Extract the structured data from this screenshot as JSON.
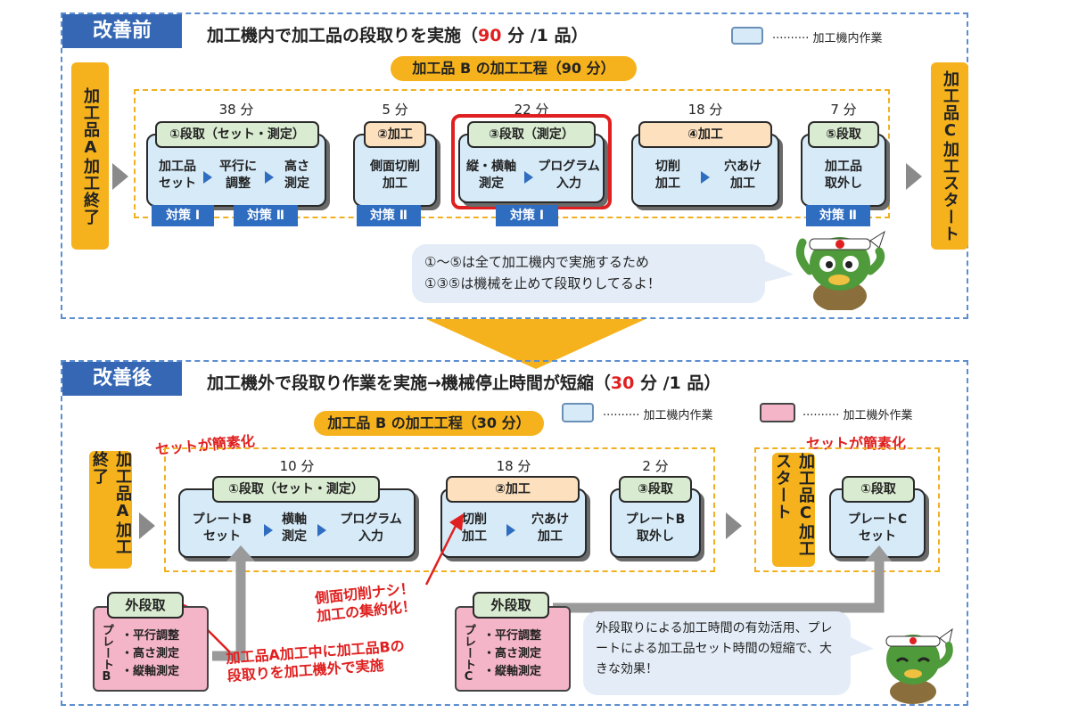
{
  "before": {
    "tag": "改善前",
    "title_prefix": "加工機内で加工品の段取りを実施（",
    "title_num": "90",
    "title_suffix": " 分 /1 品）",
    "legend_label": "加工機内作業",
    "process_label": "加工品 B の加工工程（90 分）",
    "left_tag": "加工品A加工終了",
    "right_tag": "加工品C加工スタート",
    "steps": [
      {
        "minutes": "38 分",
        "header": "①段取（セット・測定）",
        "cells": [
          "加工品\nセット",
          "平行に\n調整",
          "高さ\n測定"
        ]
      },
      {
        "minutes": "5 分",
        "header": "②加工",
        "cells": [
          "側面切削\n加工"
        ]
      },
      {
        "minutes": "22 分",
        "header": "③段取（測定）",
        "cells": [
          "縦・横軸\n測定",
          "プログラム\n入力"
        ]
      },
      {
        "minutes": "18 分",
        "header": "④加工",
        "cells": [
          "切削\n加工",
          "穴あけ\n加工"
        ]
      },
      {
        "minutes": "7 分",
        "header": "⑤段取",
        "cells": [
          "加工品\n取外し"
        ]
      }
    ],
    "taisaku": [
      "対策 Ⅰ",
      "対策 Ⅱ",
      "対策 Ⅱ",
      "対策 Ⅰ",
      "対策 Ⅱ"
    ],
    "bubble_lines": [
      "①〜⑤は全て加工機内で実施するため",
      "①③⑤は機械を止めて段取りしてるよ！"
    ]
  },
  "after": {
    "tag": "改善後",
    "title_prefix": "加工機外で段取り作業を実施→機械停止時間が短縮（",
    "title_num": "30",
    "title_suffix": " 分 /1 品）",
    "process_label": "加工品 B の加工工程（30 分）",
    "legend_in": "加工機内作業",
    "legend_out": "加工機外作業",
    "left_tag": "加工品A加工終了",
    "right_tag": "加工品C加工スタート",
    "simplified_left": "セットが簡素化",
    "simplified_right": "セットが簡素化",
    "steps": [
      {
        "minutes": "10 分",
        "header": "①段取（セット・測定）",
        "cells": [
          "プレートB\nセット",
          "横軸\n測定",
          "プログラム\n入力"
        ]
      },
      {
        "minutes": "18 分",
        "header": "②加工",
        "cells": [
          "切削\n加工",
          "穴あけ\n加工"
        ]
      },
      {
        "minutes": "2 分",
        "header": "③段取",
        "cells": [
          "プレートB\n取外し"
        ]
      }
    ],
    "c_step": {
      "header": "①段取",
      "cell": "プレートC\nセット"
    },
    "note_cut": [
      "側面切削ナシ！",
      "加工の集約化！"
    ],
    "note_ext": [
      "加工品A加工中に加工品Bの",
      "段取りを加工機外で実施"
    ],
    "ext_left": {
      "header": "外段取",
      "vertical": "プレートB",
      "items": [
        "・平行調整",
        "・高さ測定",
        "・縦軸測定"
      ]
    },
    "ext_right": {
      "header": "外段取",
      "vertical": "プレートC",
      "items": [
        "・平行調整",
        "・高さ測定",
        "・縦軸測定"
      ]
    },
    "bubble_text": "外段取りによる加工時間の有効活用、プレートによる加工品セット時間の短縮で、大きな効果！"
  },
  "colors": {
    "accent_blue": "#3567b4",
    "highlight_red": "#e02020",
    "step_fill": "#d6eaf8",
    "outside_fill": "#f4b5c8",
    "process_yellow": "#f5b21c"
  }
}
